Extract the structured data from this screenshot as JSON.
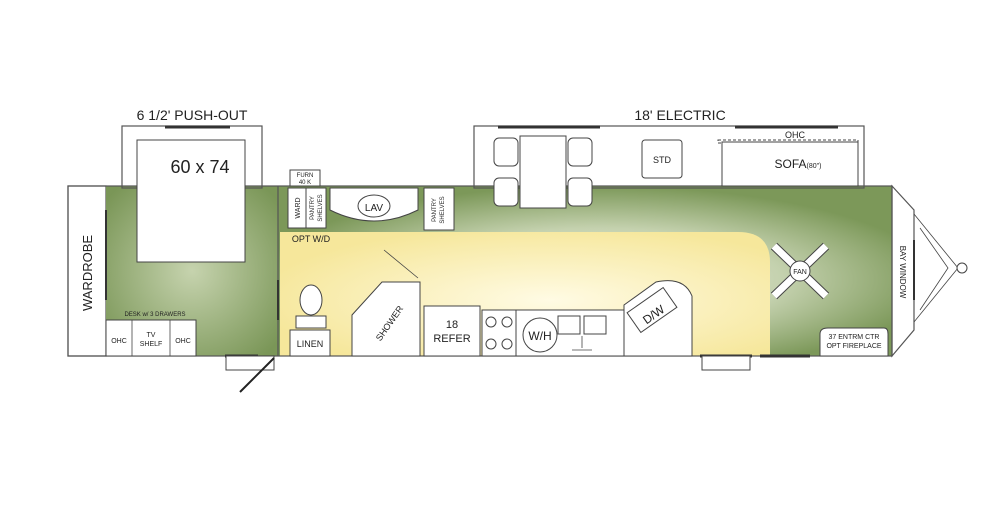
{
  "labels": {
    "pushout": "6 1/2' PUSH-OUT",
    "bed": "60 x 74",
    "electric": "18' ELECTRIC",
    "ohc_top": "OHC",
    "std": "STD",
    "sofa": "SOFA",
    "sofa_size": "(80\")",
    "furn_line1": "FURN",
    "furn_line2": "40 K",
    "ward": "WARD",
    "pantry_left_line1": "PANTRY",
    "pantry_left_line2": "SHELVES",
    "lav": "LAV",
    "pantry_right_line1": "PANTRY",
    "pantry_right_line2": "SHELVES",
    "opt_wd": "OPT W/D",
    "wardrobe": "WARDROBE",
    "desk": "DESK w/ 3 DRAWERS",
    "ohc_left": "OHC",
    "tv_line1": "TV",
    "tv_line2": "SHELF",
    "ohc_right": "OHC",
    "linen": "LINEN",
    "shower": "SHOWER",
    "refer_line1": "18",
    "refer_line2": "REFER",
    "wh": "W/H",
    "dw": "D/W",
    "fan": "FAN",
    "bay_window": "BAY WINDOW",
    "fireplace_line1": "37 ENTRM CTR",
    "fireplace_line2": "OPT FIREPLACE"
  },
  "colors": {
    "floor_green": "#7d9a5c",
    "floor_light": "#d9e2c8",
    "kitchen_yellow": "#fbf0b0",
    "wall": "#555555",
    "window": "#333333",
    "fixture": "#ffffff"
  }
}
